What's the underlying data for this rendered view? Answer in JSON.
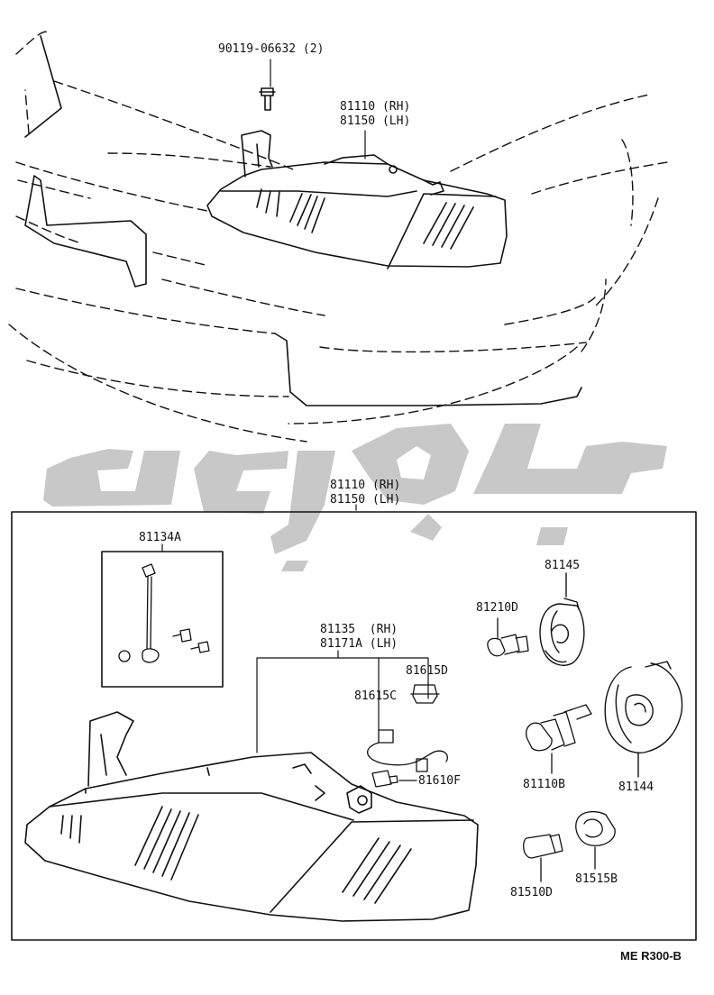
{
  "labels": {
    "bolt": "90119-06632 (2)",
    "headlamp_top_rh": "81110 (RH)",
    "headlamp_top_lh": "81150 (LH)",
    "headlamp_box_rh": "81110 (RH)",
    "headlamp_box_lh": "81150 (LH)",
    "adjuster_kit": "81134A",
    "socket_wire_rh": "81135  (RH)",
    "socket_wire_lh": "81171A (LH)",
    "socket_d": "81615D",
    "socket_c": "81615C",
    "bulb_f": "81610F",
    "bulb_210d": "81210D",
    "cover_145": "81145",
    "bulb_110b": "81110B",
    "cover_144": "81144",
    "bulb_510d": "81510D",
    "socket_515b": "81515B"
  },
  "diagram_code": "ME R300-B",
  "watermark": {
    "color": "#c8c8c8"
  }
}
